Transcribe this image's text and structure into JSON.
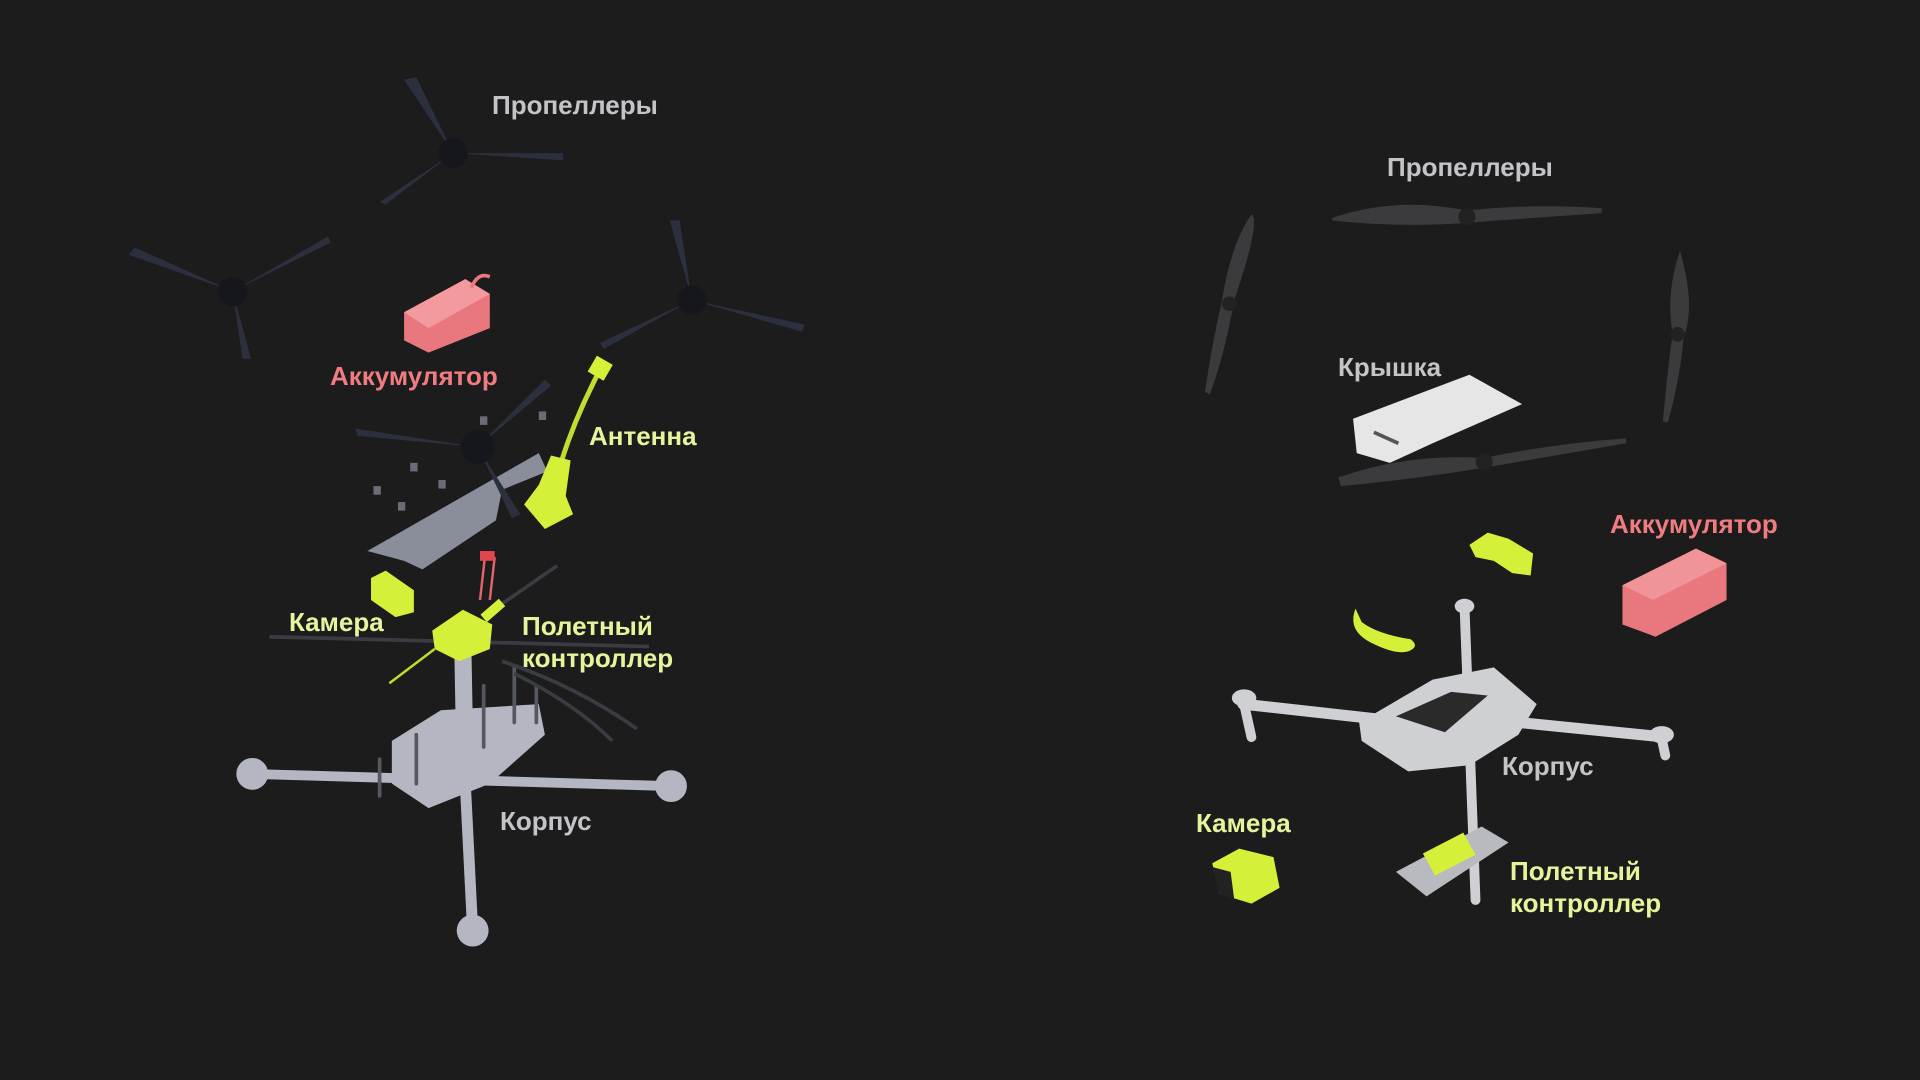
{
  "colors": {
    "background": "#1c1c1c",
    "label_gray": "#c4c4c8",
    "label_pink": "#f07c82",
    "label_yellow": "#e4f59c",
    "part_yellow": "#d6f03a",
    "part_pink": "#e8787e"
  },
  "left_drone": {
    "propellers": "Пропеллеры",
    "battery": "Аккумулятор",
    "antenna": "Антенна",
    "camera": "Камера",
    "flight_controller_line1": "Полетный",
    "flight_controller_line2": "контроллер",
    "frame": "Корпус"
  },
  "right_drone": {
    "propellers": "Пропеллеры",
    "cover": "Крышка",
    "battery": "Аккумулятор",
    "frame": "Корпус",
    "camera": "Камера",
    "flight_controller_line1": "Полетный",
    "flight_controller_line2": "контроллер"
  }
}
